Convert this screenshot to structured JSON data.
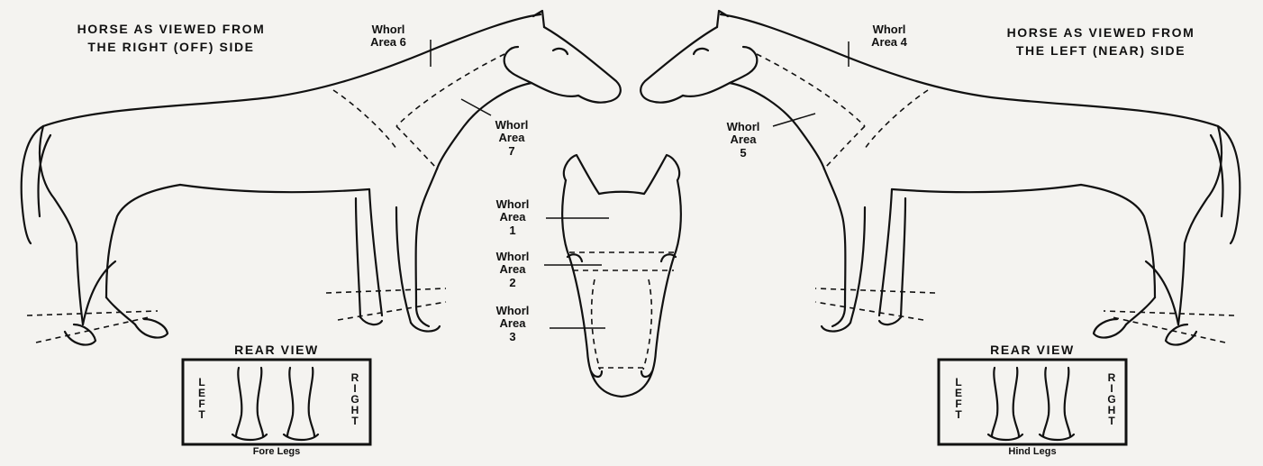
{
  "left_title": {
    "line1": "HORSE AS VIEWED FROM",
    "line2": "THE RIGHT (OFF) SIDE"
  },
  "right_title": {
    "line1": "HORSE AS VIEWED FROM",
    "line2": "THE LEFT (NEAR) SIDE"
  },
  "whorl_labels": {
    "area6": {
      "l1": "Whorl",
      "l2": "Area 6"
    },
    "area7": {
      "l1": "Whorl",
      "l2": "Area",
      "l3": "7"
    },
    "area4": {
      "l1": "Whorl",
      "l2": "Area 4"
    },
    "area5": {
      "l1": "Whorl",
      "l2": "Area",
      "l3": "5"
    },
    "area1": {
      "l1": "Whorl",
      "l2": "Area",
      "l3": "1"
    },
    "area2": {
      "l1": "Whorl",
      "l2": "Area",
      "l3": "2"
    },
    "area3": {
      "l1": "Whorl",
      "l2": "Area",
      "l3": "3"
    }
  },
  "rear_view_left": {
    "heading": "REAR VIEW",
    "left_label": [
      "L",
      "E",
      "F",
      "T"
    ],
    "right_label": [
      "R",
      "I",
      "G",
      "H",
      "T"
    ],
    "caption": "Fore Legs"
  },
  "rear_view_right": {
    "heading": "REAR VIEW",
    "left_label": [
      "L",
      "E",
      "F",
      "T"
    ],
    "right_label": [
      "R",
      "I",
      "G",
      "H",
      "T"
    ],
    "caption": "Hind Legs"
  }
}
